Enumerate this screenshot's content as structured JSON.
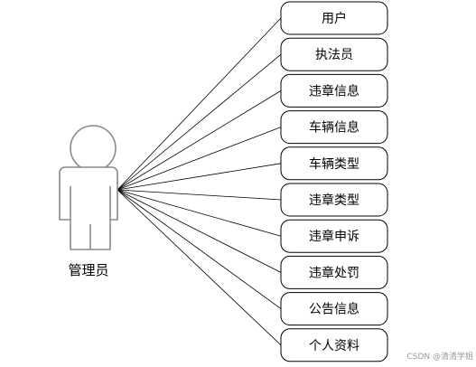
{
  "actor": {
    "label": "管理员"
  },
  "use_cases": [
    {
      "label": "用户"
    },
    {
      "label": "执法员"
    },
    {
      "label": "违章信息"
    },
    {
      "label": "车辆信息"
    },
    {
      "label": "车辆类型"
    },
    {
      "label": "违章类型"
    },
    {
      "label": "违章申诉"
    },
    {
      "label": "违章处罚"
    },
    {
      "label": "公告信息"
    },
    {
      "label": "个人资料"
    }
  ],
  "watermark": "CSDN @清清学姐",
  "colors": {
    "background": "#ffffff",
    "box_stroke": "#000000",
    "actor_stroke": "#8a8a8a",
    "watermark": "#9a9a9a"
  }
}
